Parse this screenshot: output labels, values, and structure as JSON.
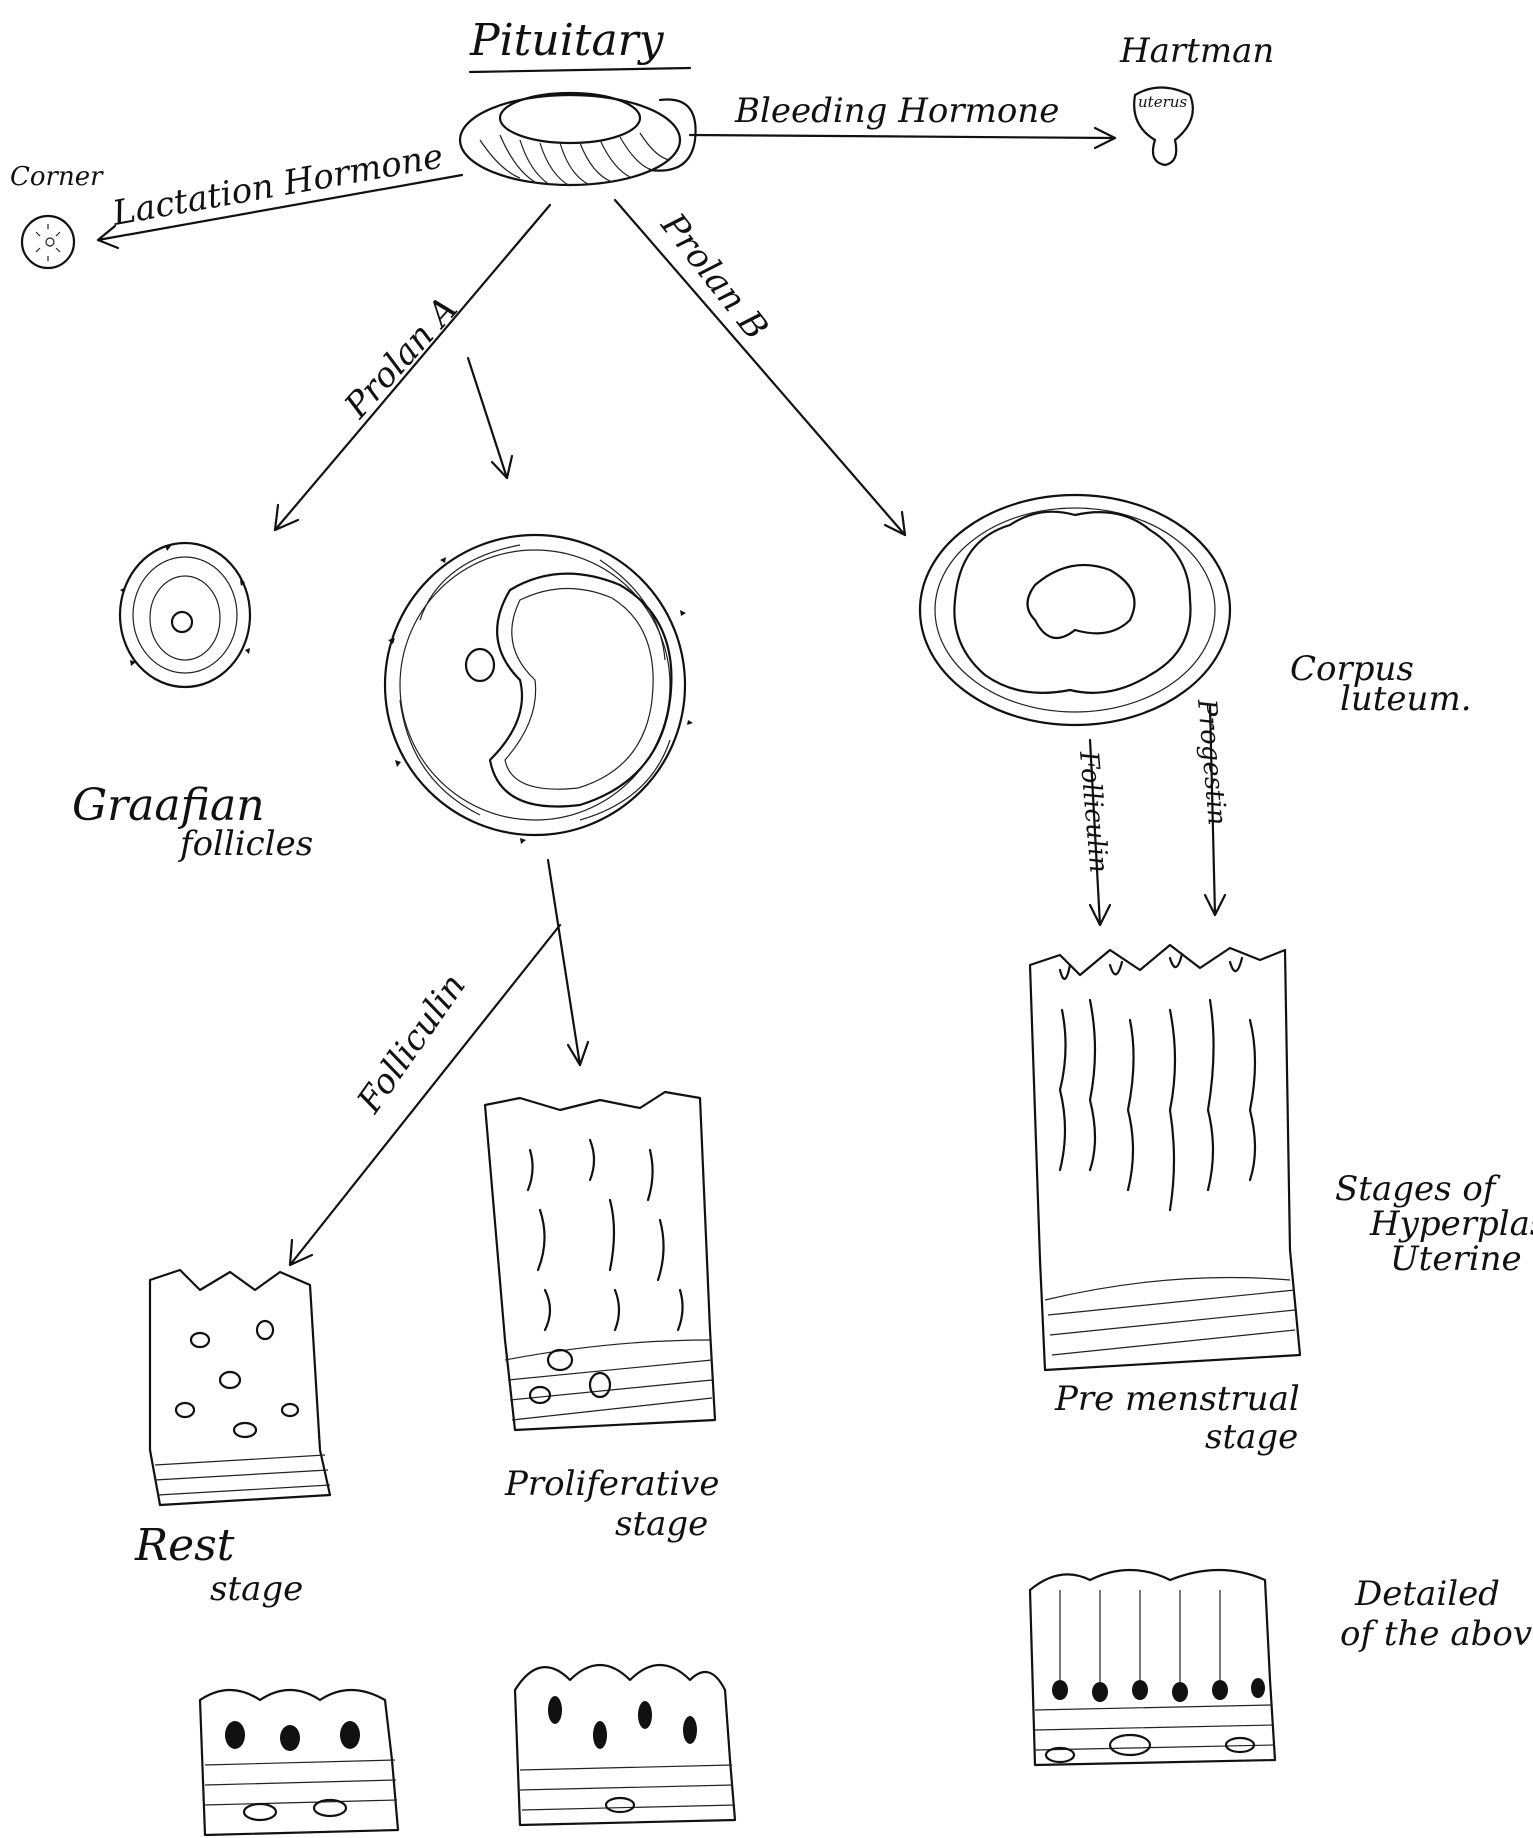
{
  "labels": {
    "pituitary": "Pituitary",
    "hartman": "Hartman",
    "uterus": "uterus",
    "bleeding_hormone": "Bleeding Hormone",
    "corner": "Corner",
    "lactation_hormone": "Lactation Hormone",
    "prolan_a": "Prolan A",
    "prolan_b": "Prolan B",
    "graafian_1": "Graafian",
    "graafian_2": "follicles",
    "corpus_1": "Corpus",
    "corpus_2": "luteum.",
    "folliculin_right": "Folliculin",
    "progestin": "Progestin",
    "folliculin_left": "Folliculin",
    "stages_1": "Stages of",
    "stages_2": "Hyperplasia",
    "stages_3": "Uterine",
    "rest_1": "Rest",
    "rest_2": "stage",
    "prolif_1": "Proliferative",
    "prolif_2": "stage",
    "premen_1": "Pre menstrual",
    "premen_2": "stage",
    "detailed_1": "Detailed",
    "detailed_2": "of the above"
  }
}
